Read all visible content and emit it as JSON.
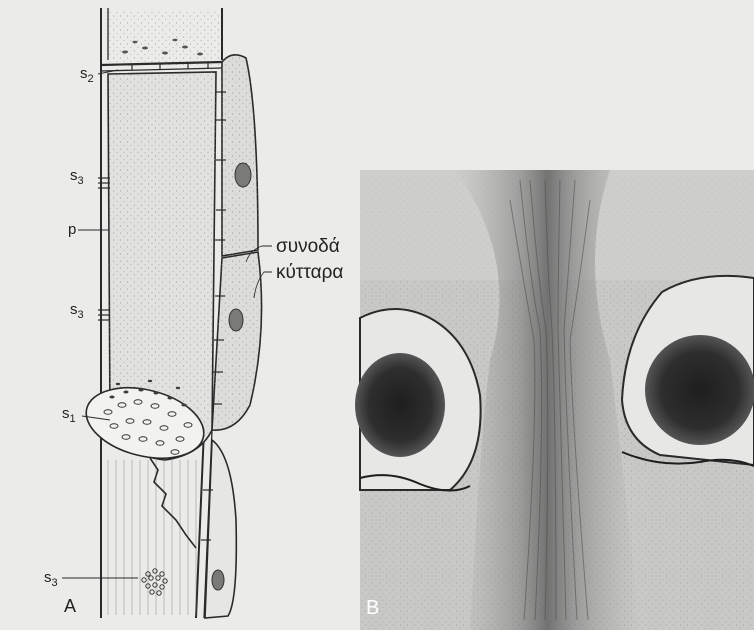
{
  "panel_a": {
    "letter": "A",
    "labels": {
      "s2_main": "s",
      "s2_sub": "2",
      "s3_top_main": "s",
      "s3_top_sub": "3",
      "p": "p",
      "s3_mid_main": "s",
      "s3_mid_sub": "3",
      "s1_main": "s",
      "s1_sub": "1",
      "s3_bottom_main": "s",
      "s3_bottom_sub": "3"
    },
    "callout_line1": "συνοδά",
    "callout_line2": "κύτταρα"
  },
  "panel_b": {
    "letter": "B"
  }
}
